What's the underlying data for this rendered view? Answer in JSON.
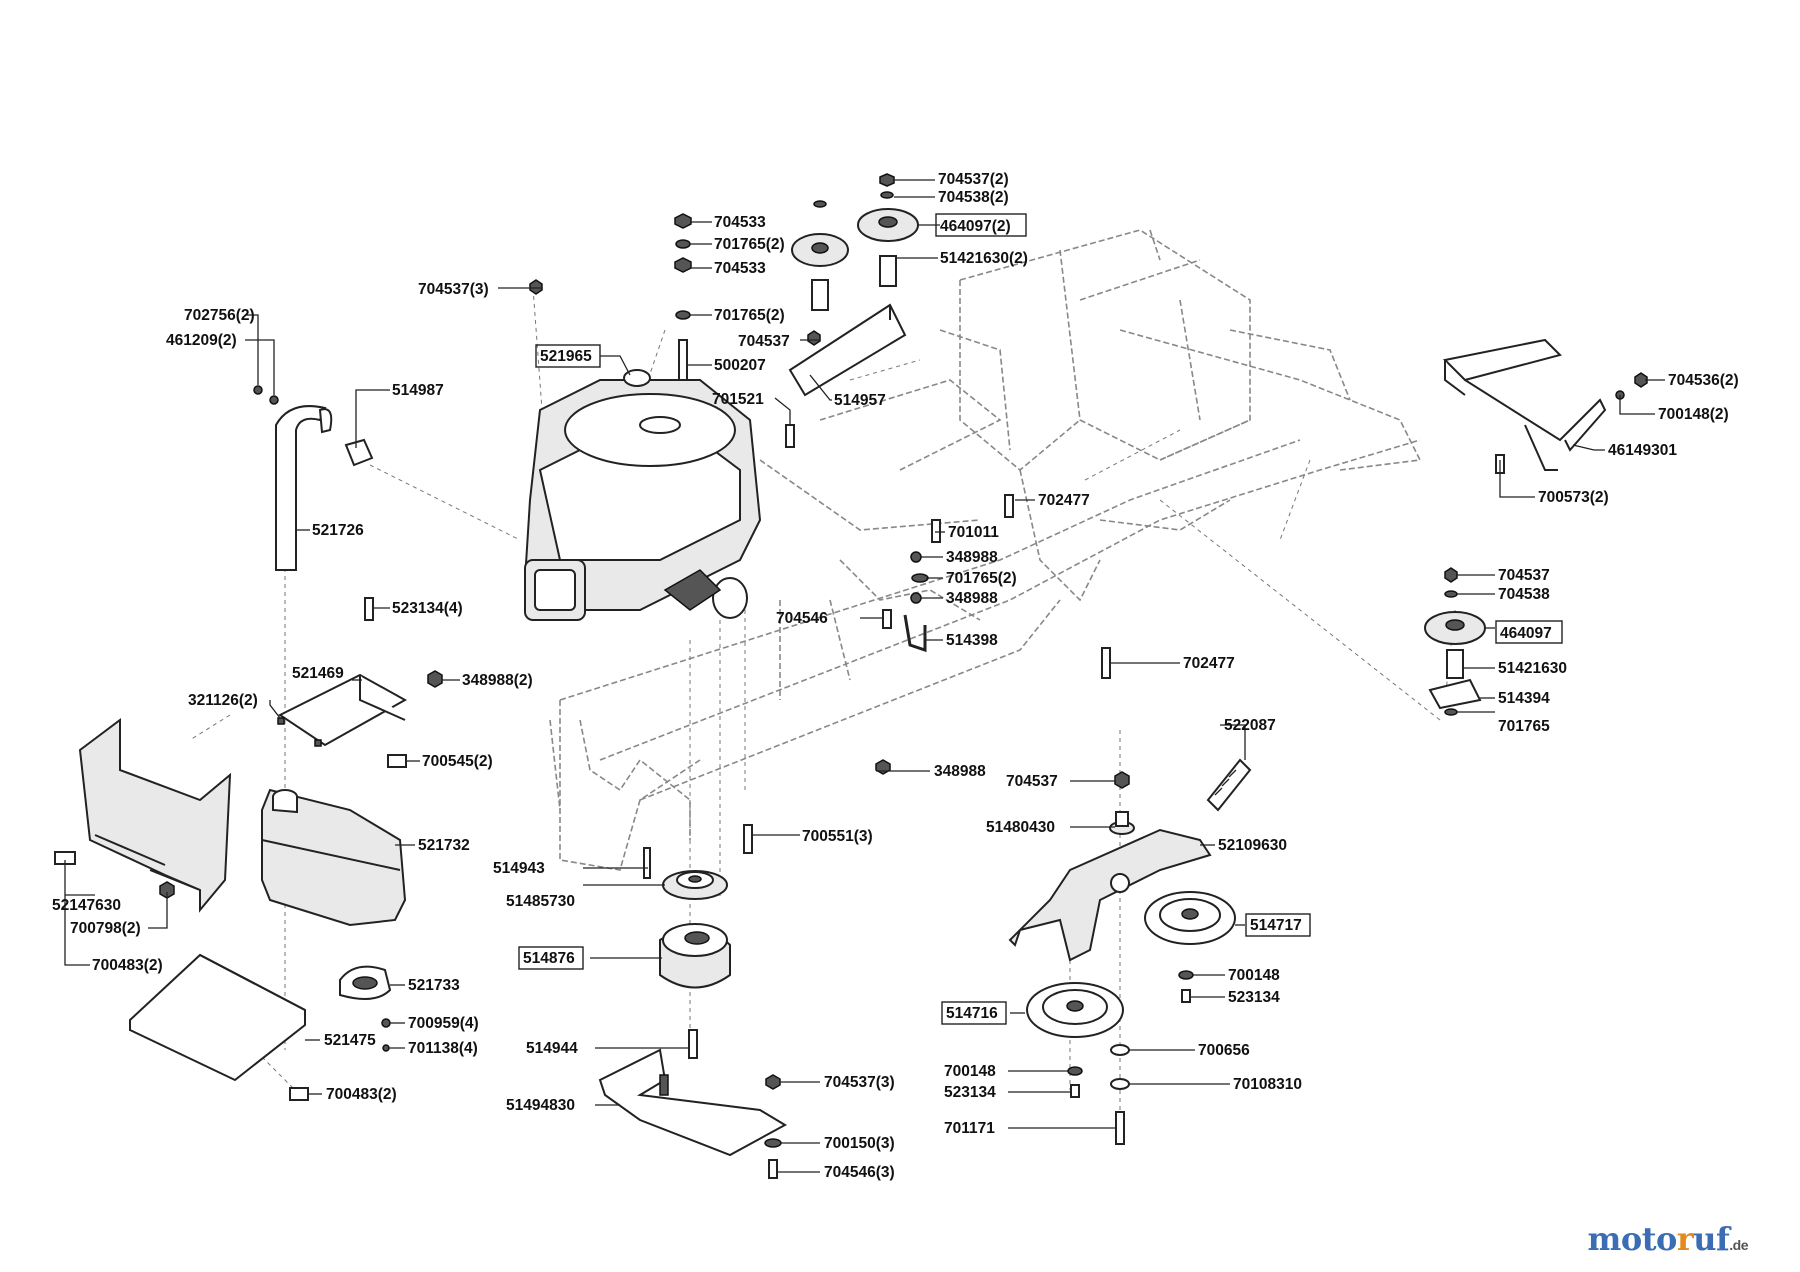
{
  "logo": {
    "prefix": "moto",
    "middle": "r",
    "tail": "uf",
    "suffix": ".de",
    "colors": {
      "moto": "#3a6db3",
      "r": "#e58a1e",
      "uf": "#3a6db3",
      "suffix": "#555555"
    }
  },
  "labels": [
    "704537(2)",
    "704538(2)",
    "464097(2)",
    "51421630(2)",
    "704533",
    "701765(2)",
    "704533",
    "704537(3)",
    "701765(2)",
    "704537",
    "500207",
    "521965",
    "514957",
    "701521",
    "702756(2)",
    "461209(2)",
    "514987",
    "521726",
    "704536(2)",
    "700148(2)",
    "46149301",
    "700573(2)",
    "702477",
    "701011",
    "348988",
    "701765(2)",
    "348988",
    "704546",
    "514398",
    "702477",
    "704537",
    "704538",
    "464097",
    "51421630",
    "514394",
    "701765",
    "523134(4)",
    "521469",
    "348988(2)",
    "321126(2)",
    "700545(2)",
    "521732",
    "52147630",
    "700798(2)",
    "700483(2)",
    "521733",
    "700959(4)",
    "701138(4)",
    "521475",
    "700483(2)",
    "348988",
    "700551(3)",
    "514943",
    "51485730",
    "514876",
    "514944",
    "704537(3)",
    "51494830",
    "700150(3)",
    "704546(3)",
    "522087",
    "704537",
    "51480430",
    "52109630",
    "514717",
    "700148",
    "523134",
    "514716",
    "700656",
    "700148",
    "523134",
    "70108310",
    "701171"
  ]
}
